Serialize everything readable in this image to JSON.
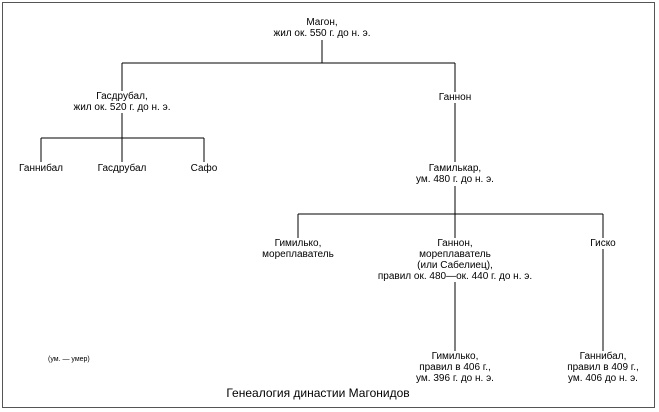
{
  "nodes": {
    "magon": [
      "Магон,",
      "жил ок. 550 г. до н. э."
    ],
    "hasdrubal": [
      "Гасдрубал,",
      "жил ок. 520 г. до н. э."
    ],
    "hanno": [
      "Ганнон"
    ],
    "hannibal": [
      "Ганнибал"
    ],
    "hasdrubal_son": [
      "Гасдрубал"
    ],
    "sapho": [
      "Сафо"
    ],
    "hamilcar": [
      "Гамилькар,",
      "ум. 480 г. до н. э."
    ],
    "himilco_nav": [
      "Гимилько,",
      "мореплаватель"
    ],
    "hanno_nav": [
      "Ганнон,",
      "мореплаватель",
      "(или Сабелиец),",
      "правил ок. 480—ок. 440 г. до н. э."
    ],
    "gisco": [
      "Гиско"
    ],
    "himilco": [
      "Гимилько,",
      "правил в 406 г.,",
      "ум. 396 г. до н. э."
    ],
    "hannibal2": [
      "Ганнибал,",
      "правил в 409 г.,",
      "ум. 406 до н. э."
    ]
  },
  "note": "(ум. — умер)",
  "caption": "Генеалогия династии Магонидов"
}
